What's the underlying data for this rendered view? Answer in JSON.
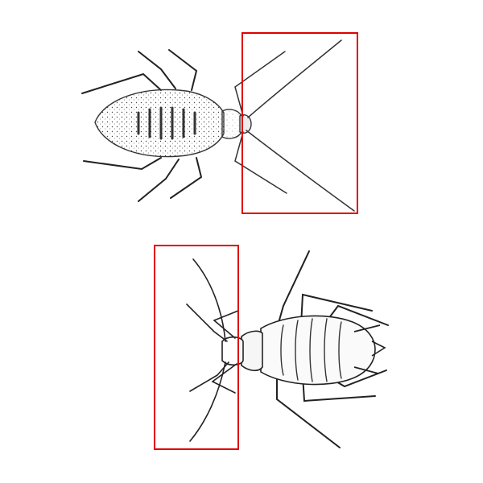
{
  "figure": {
    "panels": [
      {
        "subject": "aphid-dorsal-view",
        "orientation": "head-right",
        "highlight": "antennae-region",
        "highlight_color": "#e00000"
      },
      {
        "subject": "aphid-dorsal-view",
        "orientation": "head-left",
        "highlight": "antennae-region",
        "highlight_color": "#e00000"
      }
    ],
    "ink_color": "#222222",
    "background": "#ffffff"
  }
}
